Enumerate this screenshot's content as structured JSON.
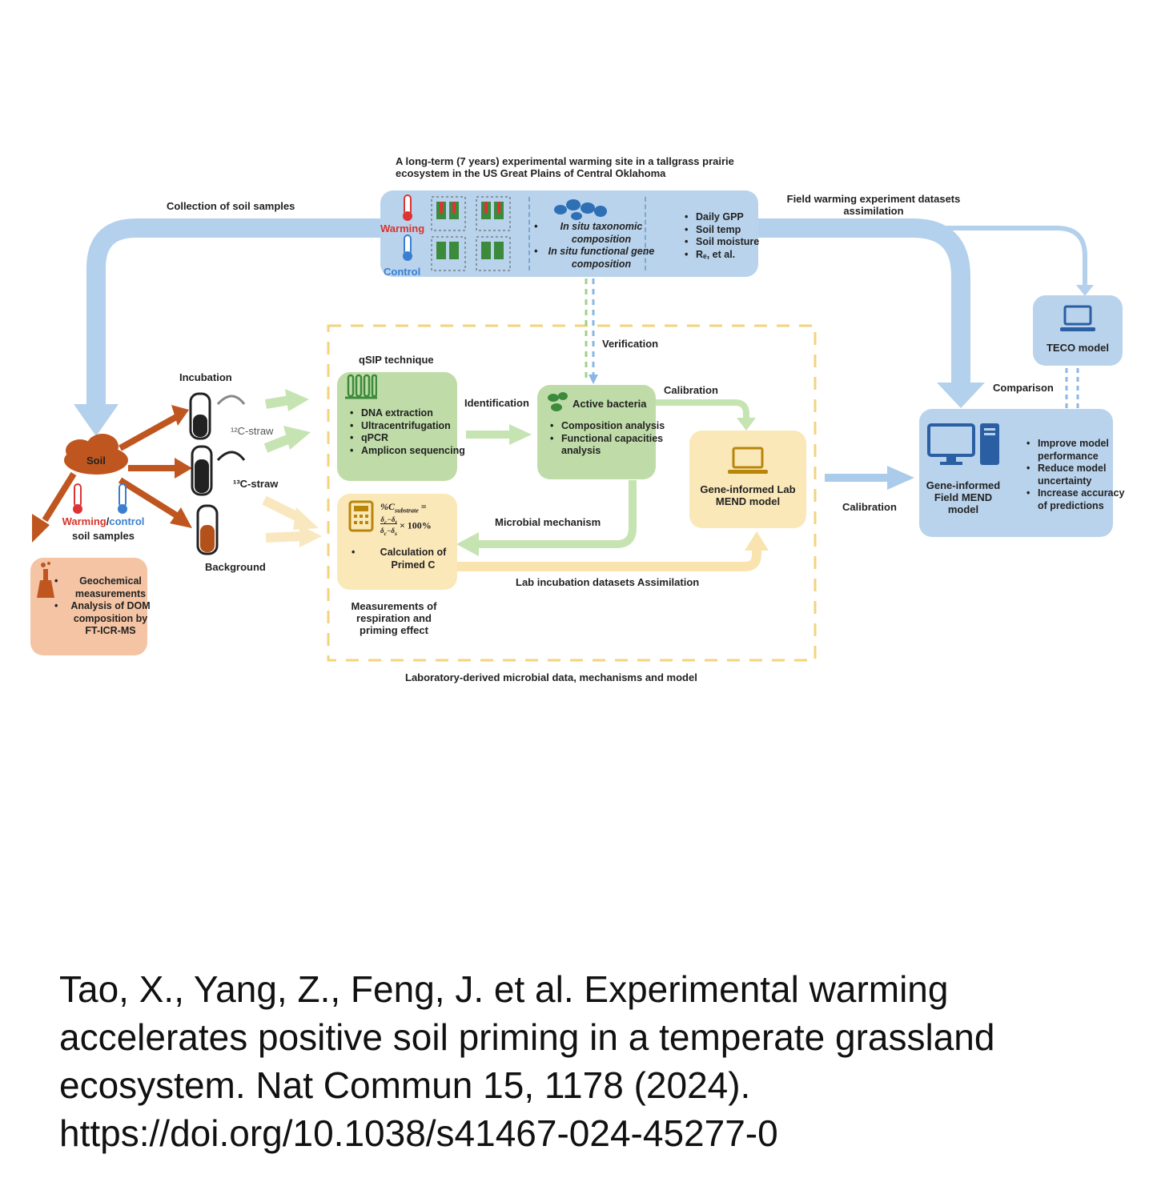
{
  "diagram": {
    "top_title": "A long-term (7 years) experimental warming site in a tallgrass prairie ecosystem in the US Great Plains of Central Oklahoma",
    "site": {
      "warming": "Warming",
      "control": "Control",
      "insitu_items": [
        "In situ taxonomic composition",
        "In situ functional gene composition"
      ],
      "measures": [
        "Daily GPP",
        "Soil temp",
        "Soil moisture",
        "Rₑ, et al."
      ]
    },
    "collection_label": "Collection of soil samples",
    "field_label": "Field warming experiment datasets assimilation",
    "verification": "Verification",
    "teco": "TECO model",
    "comparison": "Comparison",
    "incubation": "Incubation",
    "straw12": "¹²C-straw",
    "straw13": "¹³C-straw",
    "background": "Background",
    "soil": "Soil",
    "warming_word": "Warming",
    "control_word": "control",
    "soil_samples": "soil samples",
    "geochem_items": [
      "Geochemical measurements",
      "Analysis of DOM composition by FT-ICR-MS"
    ],
    "qsip_title": "qSIP technique",
    "qsip_items": [
      "DNA extraction",
      "Ultracentrifugation",
      "qPCR",
      "Amplicon sequencing"
    ],
    "identification": "Identification",
    "active_bacteria": "Active bacteria",
    "active_items": [
      "Composition analysis",
      "Functional capacities analysis"
    ],
    "calibration_top": "Calibration",
    "lab_mend": "Gene-informed Lab MEND model",
    "formula_lhs": "%C",
    "formula_sub": "substrate",
    "formula_rhs": "× 100%",
    "primed_item": "Calculation of Primed C",
    "microbial_mechanism": "Microbial mechanism",
    "lab_assimilation": "Lab incubation datasets Assimilation",
    "measurements": "Measurements of respiration and priming effect",
    "calibration_right": "Calibration",
    "field_mend": "Gene-informed Field MEND model",
    "field_items": [
      "Improve model performance",
      "Reduce model uncertainty",
      "Increase accuracy of predictions"
    ],
    "lab_caption": "Laboratory-derived microbial data, mechanisms and model"
  },
  "citation": {
    "lines": [
      "Tao, X., Yang, Z., Feng, J. et al. Experimental warming",
      "accelerates positive soil priming in a temperate grassland",
      "ecosystem. Nat Commun 15, 1178 (2024).",
      "https://doi.org/10.1038/s41467-024-45277-0"
    ]
  },
  "colors": {
    "blue_arrow": "#aacbea",
    "green_arrow": "#b7dba0",
    "yellow_arrow": "#f9e4b0",
    "brown": "#c0561f",
    "dashed_frame": "#f3d37e"
  }
}
